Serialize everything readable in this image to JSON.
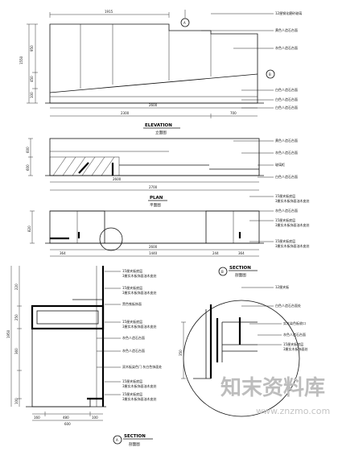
{
  "elevation": {
    "title": "ELEVATION",
    "subtitle": "立面图",
    "dims_top": [
      "1915"
    ],
    "dims_left": [
      "1550",
      "950",
      "450",
      "100"
    ],
    "dims_bottom": [
      "2600",
      "2300",
      "700"
    ],
    "callouts": [
      "12厘钢化磨砂玻璃",
      "黄色人造石台面",
      "灰色人造石台面",
      "白色人造石台面",
      "白色人造石台面",
      "白色人造石台面"
    ],
    "marker_top": "A",
    "marker_right": "B"
  },
  "plan": {
    "title": "PLAN",
    "subtitle": "平面图",
    "dims_left": [
      "600",
      "600"
    ],
    "dims_bottom": [
      "2600",
      "2700"
    ],
    "callouts": [
      "黄色人造石台面",
      "灰色人造石台面",
      "玻璃柜",
      "白色人造石台面"
    ]
  },
  "back_elevation": {
    "dims_left": [
      "820"
    ],
    "dims_bottom": [
      "2600",
      "364",
      "1440",
      "244",
      "364"
    ],
    "callouts": [
      "15厘夹板底层",
      "3厘实木板饰面油木皮处",
      "灰色人造石台面",
      "15厘夹板底层",
      "3厘实木板饰面油木皮处",
      "15厘夹板底层",
      "3厘实木板饰面油木皮处"
    ],
    "section_title": "SECTION",
    "section_subtitle": "剖面图",
    "marker": "B"
  },
  "section": {
    "title": "SECTION",
    "subtitle": "剖面图",
    "marker": "A",
    "dims_left": [
      "1950",
      "220",
      "250",
      "360",
      "100"
    ],
    "dims_bottom": [
      "160",
      "480",
      "100",
      "600"
    ],
    "callouts": [
      "15厘夹板底层",
      "3厘实木板饰面油木皮处",
      "15厘夹板底层",
      "3厘实木板饰面油木皮处",
      "黑色铁板饰面",
      "15厘夹板底层",
      "3厘实木板饰面油木皮处",
      "灰色人造石台面",
      "灰色人造石台面",
      "双木板染色门 灰白色饰面处",
      "15厘夹板底层",
      "3厘实木板饰面油木皮处",
      "15厘夹板底层",
      "3厘实木板饰面油木皮处"
    ]
  },
  "detail": {
    "dims_left": [
      "350"
    ],
    "callouts": [
      "12厘夹板",
      "白色人造石台面处",
      "实木染色板收口",
      "灰色人造石台面",
      "15厘夹板底层",
      "3厘实木板饰面处"
    ]
  },
  "watermark": {
    "text_cn": "知末资料库",
    "text_en": "www.znzmo.com"
  }
}
